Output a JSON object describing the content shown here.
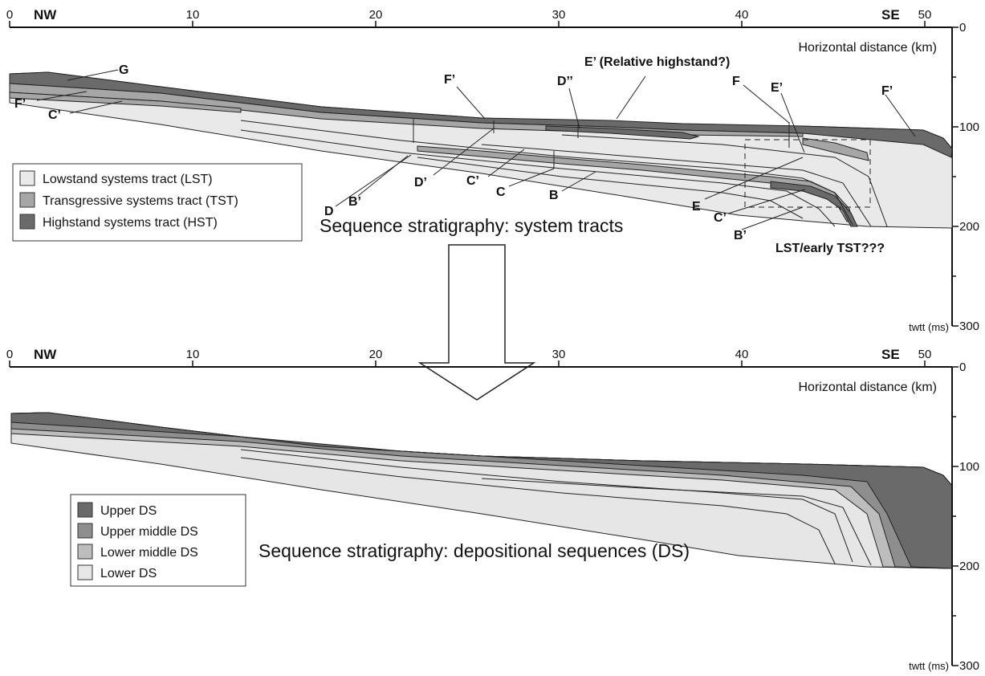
{
  "colors": {
    "lst": "#e9e9e9",
    "tst": "#a6a6a6",
    "hst": "#6a6a6a",
    "upper_ds": "#6a6a6a",
    "upper_middle_ds": "#8e8e8e",
    "lower_middle_ds": "#bdbdbd",
    "lower_ds": "#e6e6e6"
  },
  "top_panel": {
    "title": "Sequence stratigraphy: system tracts",
    "x_ticks": [
      "0",
      "10",
      "20",
      "30",
      "40",
      "50"
    ],
    "dir_left": "NW",
    "dir_right": "SE",
    "x_axis_title": "Horizontal distance (km)",
    "depth_ticks": [
      "0",
      "100",
      "200",
      "300"
    ],
    "depth_unit": "twtt (ms)",
    "legend": [
      {
        "label": "Lowstand systems tract (LST)",
        "color_key": "lst"
      },
      {
        "label": "Transgressive systems tract (TST)",
        "color_key": "tst"
      },
      {
        "label": "Highstand systems tract (HST)",
        "color_key": "hst"
      }
    ],
    "surface_labels": {
      "g": "G",
      "f_prime_left": "F’",
      "c_prime_left": "C’",
      "f_prime_mid": "F’",
      "e_prime_top": "E’ (Relative highstand?)",
      "d_double_prime": "D’’",
      "d": "D",
      "b_prime_mid": "B’",
      "d_prime": "D’",
      "c_prime_mid": "C’",
      "c": "C",
      "b": "B",
      "f_right": "F",
      "e_prime_right": "E’",
      "f_prime_right": "F’",
      "e": "E",
      "c_prime_right": "C’",
      "b_prime_right": "B’",
      "lst_note": "LST/early TST???"
    }
  },
  "bottom_panel": {
    "title": "Sequence stratigraphy: depositional sequences (DS)",
    "x_ticks": [
      "0",
      "10",
      "20",
      "30",
      "40",
      "50"
    ],
    "dir_left": "NW",
    "dir_right": "SE",
    "x_axis_title": "Horizontal distance (km)",
    "depth_ticks": [
      "0",
      "100",
      "200",
      "300"
    ],
    "depth_unit": "twtt (ms)",
    "legend": [
      {
        "label": "Upper DS",
        "color_key": "upper_ds"
      },
      {
        "label": "Upper middle DS",
        "color_key": "upper_middle_ds"
      },
      {
        "label": "Lower middle DS",
        "color_key": "lower_middle_ds"
      },
      {
        "label": "Lower DS",
        "color_key": "lower_ds"
      }
    ]
  }
}
